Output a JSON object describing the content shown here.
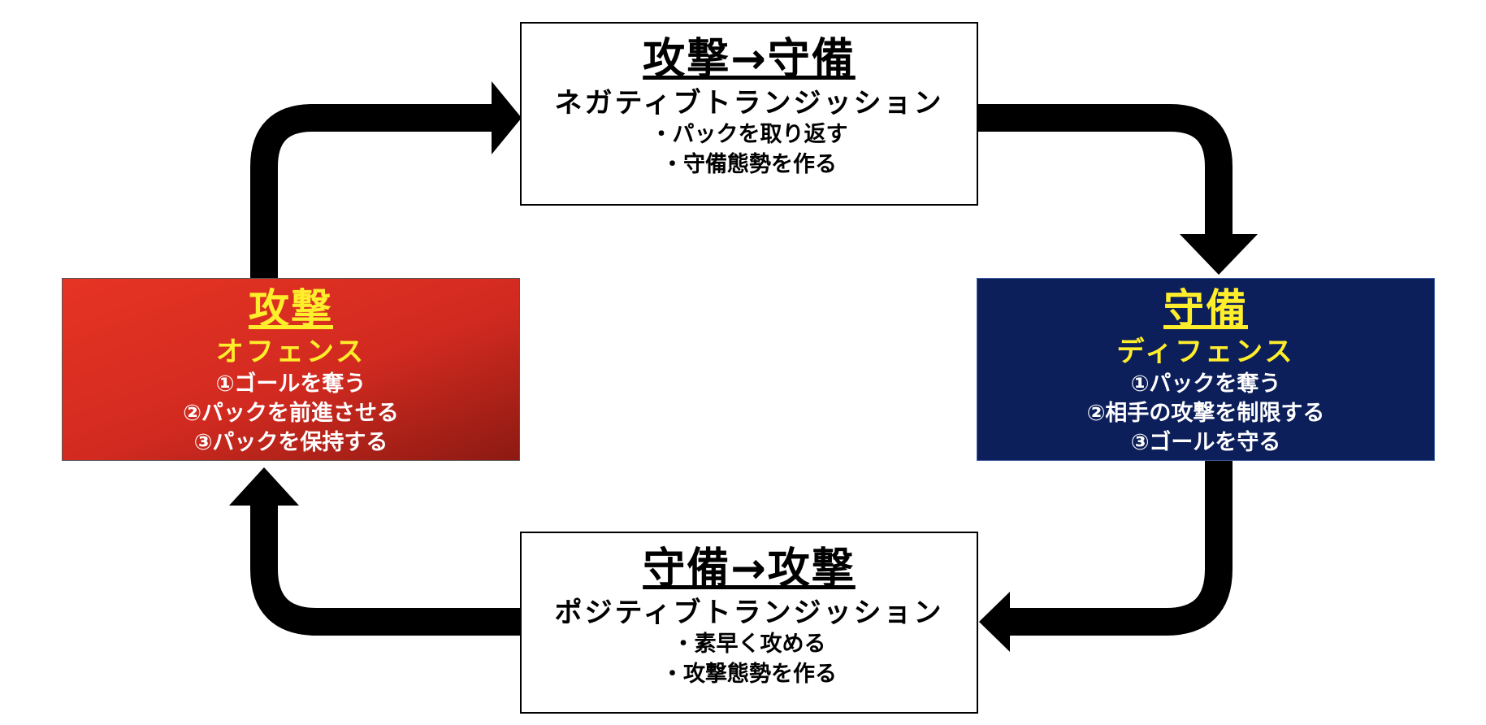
{
  "colors": {
    "arrow": "#000000",
    "offense_bg": "#d22a20",
    "defense_bg": "#0c1f5a",
    "phase_heading": "#ffee2b",
    "phase_text": "#ffffff"
  },
  "offense_to_defense": {
    "title": "攻撃→守備",
    "subtitle": "ネガティブトランジッション",
    "items": [
      "・パックを取り返す",
      "・守備態勢を作る"
    ]
  },
  "offense": {
    "title": "攻撃",
    "subtitle": "オフェンス",
    "items": [
      "①ゴールを奪う",
      "②パックを前進させる",
      "③パックを保持する"
    ]
  },
  "defense": {
    "title": "守備",
    "subtitle": "ディフェンス",
    "items": [
      "①パックを奪う",
      "②相手の攻撃を制限する",
      "③ゴールを守る"
    ]
  },
  "defense_to_offense": {
    "title": "守備→攻撃",
    "subtitle": "ポジティブトランジッション",
    "items": [
      "・素早く攻める",
      "・攻撃態勢を作る"
    ]
  }
}
